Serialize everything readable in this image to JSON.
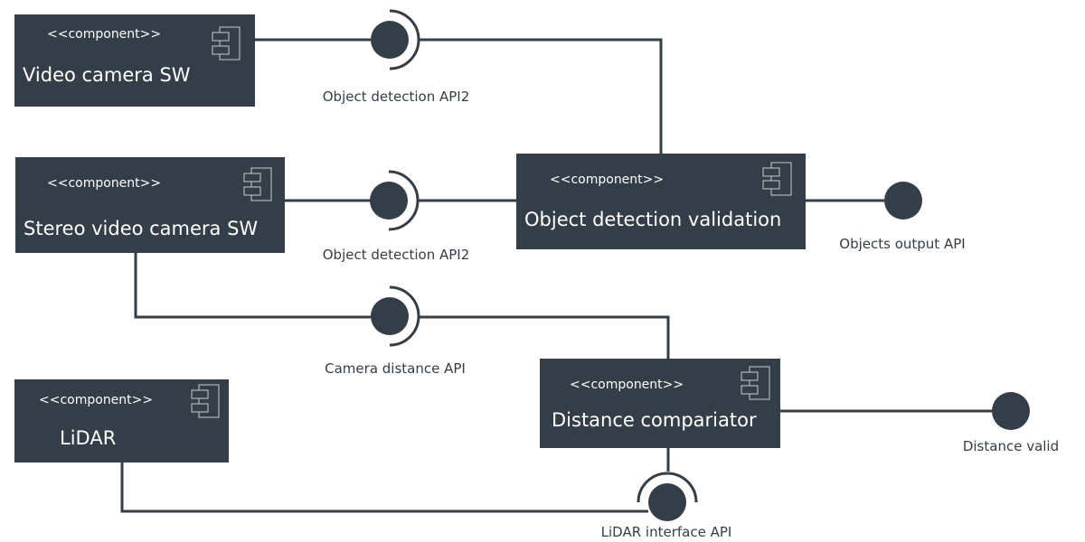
{
  "diagram": {
    "colors": {
      "fill": "#333e48",
      "line": "#333e48",
      "icon": "#c8ccd0",
      "text_light": "#ffffff",
      "text_dark": "#333e48"
    },
    "components": [
      {
        "id": "video-camera-sw",
        "stereotype": "<<component>>",
        "name": "Video camera SW"
      },
      {
        "id": "stereo-video-camera-sw",
        "stereotype": "<<component>>",
        "name": "Stereo video camera SW"
      },
      {
        "id": "object-detection-validation",
        "stereotype": "<<component>>",
        "name": "Object detection validation"
      },
      {
        "id": "distance-comparator",
        "stereotype": "<<component>>",
        "name": "Distance compariator"
      },
      {
        "id": "lidar",
        "stereotype": "<<component>>",
        "name": "LiDAR"
      }
    ],
    "interfaces": [
      {
        "id": "object-detection-api2-top",
        "label": "Object detection API2",
        "type": "ball-and-socket"
      },
      {
        "id": "object-detection-api2-mid",
        "label": "Object detection API2",
        "type": "ball-and-socket"
      },
      {
        "id": "camera-distance-api",
        "label": "Camera distance API",
        "type": "ball-and-socket"
      },
      {
        "id": "objects-output-api",
        "label": "Objects output API",
        "type": "provided"
      },
      {
        "id": "distance-valid",
        "label": "Distance valid",
        "type": "provided"
      },
      {
        "id": "lidar-interface-api",
        "label": "LiDAR interface API",
        "type": "ball-and-socket"
      }
    ]
  }
}
